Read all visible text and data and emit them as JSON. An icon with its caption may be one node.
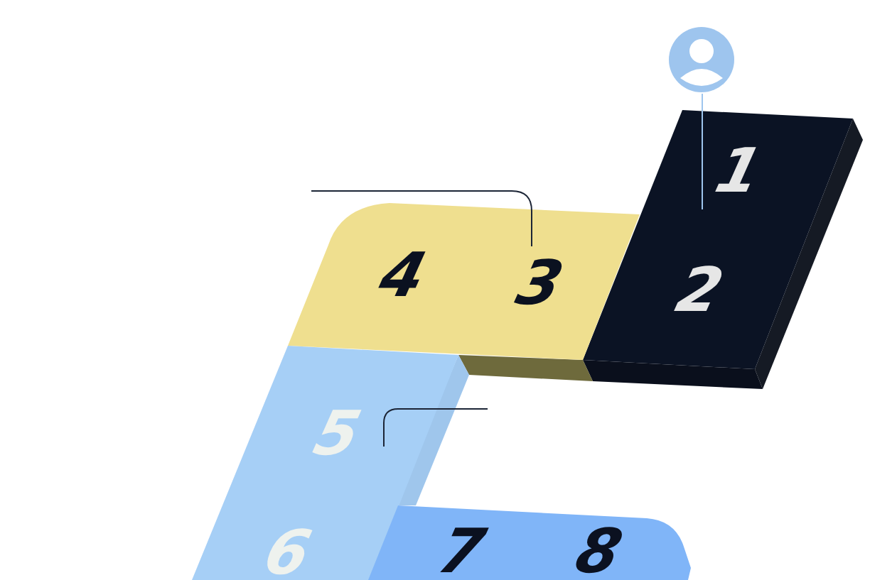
{
  "diagram": {
    "nodes": [
      {
        "text": [
          "1",
          "2"
        ]
      },
      {
        "text": [
          "4",
          "3"
        ]
      },
      {
        "text": [
          "5",
          "6"
        ]
      },
      {
        "text": [
          "7",
          "8"
        ]
      },
      {
        "text": [],
        "shape": "person"
      }
    ],
    "edges": [
      {
        "from": 4,
        "to": 0,
        "arrow": "none",
        "color": "#9ec5ee"
      },
      {
        "from": null,
        "to": 1,
        "arrow": "none"
      },
      {
        "from": null,
        "to": 2,
        "arrow": "none"
      }
    ]
  }
}
